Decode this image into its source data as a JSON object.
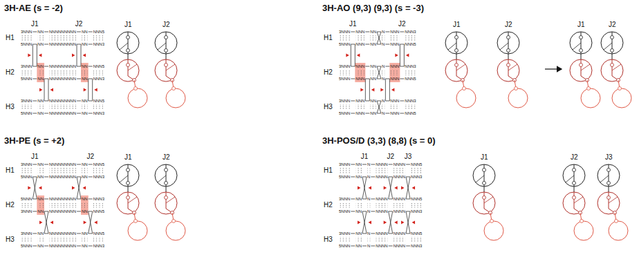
{
  "diagram": {
    "labels": [
      "3H-AE (s = -2)",
      "J1",
      "J2",
      "H1",
      "3NNN",
      "NN",
      "NNNNNNNNN",
      "NN",
      "NNN5",
      "5NNN",
      "NN",
      "NNNNNNNNN",
      "NN",
      "NNN3",
      "H2",
      "3NNN",
      "NN",
      "NNNNNNNNN",
      "NN",
      "NNN5",
      "5NNN",
      "NN",
      "NNNNNNNNN",
      "NN",
      "NNN3",
      "H3",
      "3NNN",
      "NN",
      "NNNNNNNNN",
      "NN",
      "NNN5",
      "5NNN",
      "NN",
      "NNNNNNNNN",
      "NN",
      "NNN3",
      "J1",
      "J2",
      "3H-AO (9,3) (9,3) (s = -3)",
      "J1",
      "J2",
      "H1",
      "3NNN",
      "NNN",
      "NN",
      "N",
      "NNN",
      "NNN3",
      "5NNN",
      "NNN",
      "NN",
      "N",
      "NNN",
      "NNN5",
      "H2",
      "3NNN",
      "NNN",
      "NN",
      "N",
      "NNN",
      "NNN3",
      "5NNN",
      "NNN",
      "NN",
      "N",
      "NNN",
      "NNN5",
      "H3",
      "3NNN",
      "NNN",
      "NN",
      "N",
      "NNN",
      "NNN3",
      "5NNN",
      "NNN",
      "NN",
      "N",
      "NNN",
      "NNN5",
      "J1",
      "J2",
      "J1",
      "J2",
      "3H-PE (s = +2)",
      "J1",
      "J2",
      "H1",
      "3NNN",
      "NN",
      "NNNNNNNNN",
      "NN",
      "NNN5",
      "5NNN",
      "NN",
      "NNNNNNNNN",
      "NN",
      "NNN3",
      "H2",
      "5NNN",
      "NN",
      "NNNNNNNNN",
      "NN",
      "NNN3",
      "3NNN",
      "NN",
      "NNNNNNNNN",
      "NN",
      "NNN5",
      "H3",
      "3NNN",
      "NN",
      "NNNNNNNNN",
      "NN",
      "NNN5",
      "5NNN",
      "NN",
      "NNNNNNNNN",
      "NN",
      "NNN3",
      "J1",
      "J2",
      "3H-POS/D (3,3) (8,8) (s = 0)",
      "J1",
      "J2",
      "J3",
      "H1",
      "3NNN",
      "NN",
      "N",
      "NNNN",
      "NNNN",
      "NNN5",
      "5NNN",
      "NN",
      "N",
      "NNNN",
      "NNNN",
      "NNN3",
      "H2",
      "3NNN",
      "NN",
      "N",
      "NNNN",
      "NNNN",
      "NNN5",
      "5NNN",
      "NN",
      "N",
      "NNNN",
      "NNNN",
      "NNN3",
      "H3",
      "3NNN",
      "NN",
      "N",
      "NNNN",
      "NNNN",
      "NNN5",
      "5NNN",
      "NN",
      "N",
      "NNNN",
      "NNNN",
      "NNN3",
      "J1",
      "J2",
      "J3"
    ]
  }
}
